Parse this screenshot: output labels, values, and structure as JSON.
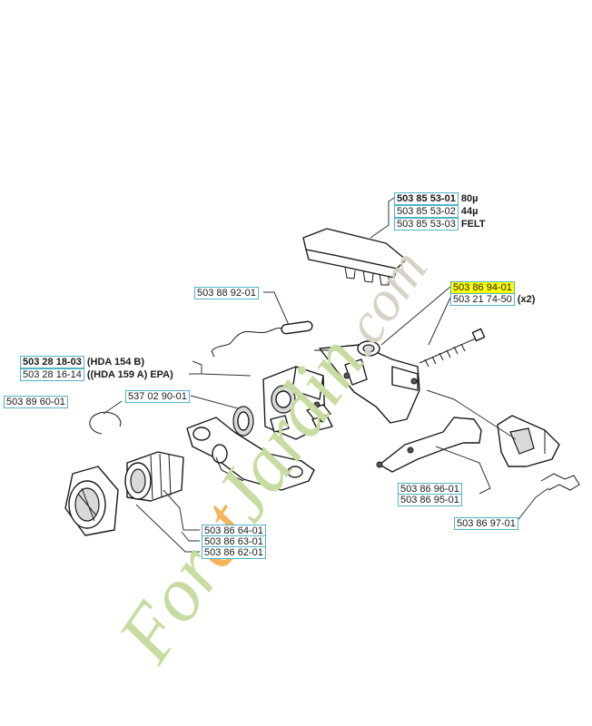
{
  "watermark": {
    "segments": [
      "Fo",
      "r",
      "et",
      "Ja",
      "r",
      "din",
      ".com"
    ],
    "colors": {
      "green": "#c6dca0",
      "orange": "#f4b45c",
      "grey": "#d6d2c4"
    }
  },
  "labels": {
    "filter": [
      {
        "pn": "503 85 53-01",
        "suffix": "80µ"
      },
      {
        "pn": "503 85 53-02",
        "suffix": "44µ"
      },
      {
        "pn": "503 85 53-03",
        "suffix": "FELT"
      }
    ],
    "bolt": [
      {
        "pn": "503 86 94-01",
        "suffix": ""
      },
      {
        "pn": "503 21 74-50",
        "suffix": "(x2)"
      }
    ],
    "spring_link": "503 88 92-01",
    "carburetor": [
      {
        "pn": "503 28 18-03",
        "suffix": "(HDA 154 B)"
      },
      {
        "pn": "503 28 16-14",
        "suffix": "((HDA 159 A) EPA)"
      }
    ],
    "circlip": "503 89 60-01",
    "gasket": "537 02 90-01",
    "intake_set": [
      "503 86 64-01",
      "503 86 63-01",
      "503 86 62-01"
    ],
    "lever_set": [
      "503 86 96-01",
      "503 86 95-01"
    ],
    "clip": "503 86 97-01"
  }
}
